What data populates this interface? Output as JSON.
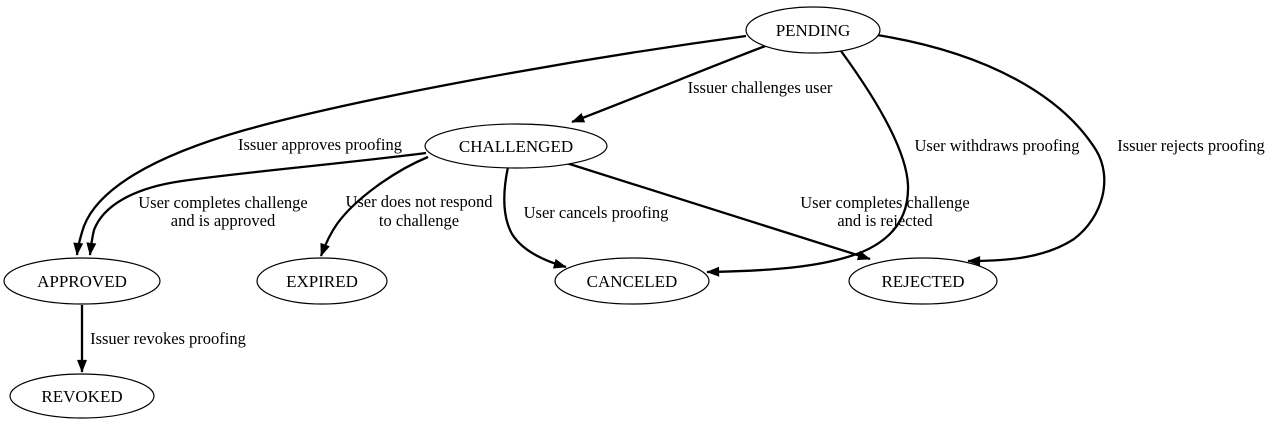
{
  "diagram": {
    "colors": {
      "background": "#ffffff",
      "line": "#000000",
      "text": "#000000"
    },
    "nodes": [
      {
        "id": "pending",
        "label": "PENDING"
      },
      {
        "id": "challenged",
        "label": "CHALLENGED"
      },
      {
        "id": "approved",
        "label": "APPROVED"
      },
      {
        "id": "expired",
        "label": "EXPIRED"
      },
      {
        "id": "canceled",
        "label": "CANCELED"
      },
      {
        "id": "rejected",
        "label": "REJECTED"
      },
      {
        "id": "revoked",
        "label": "REVOKED"
      }
    ],
    "edges": [
      {
        "from": "PENDING",
        "to": "CHALLENGED",
        "label": "Issuer challenges user",
        "label_lines": [
          "Issuer challenges user"
        ]
      },
      {
        "from": "PENDING",
        "to": "APPROVED",
        "label": "Issuer approves proofing",
        "label_lines": [
          "Issuer approves proofing"
        ]
      },
      {
        "from": "PENDING",
        "to": "CANCELED",
        "label": "User withdraws proofing",
        "label_lines": [
          "User withdraws proofing"
        ]
      },
      {
        "from": "PENDING",
        "to": "REJECTED",
        "label": "Issuer rejects proofing",
        "label_lines": [
          "Issuer rejects proofing"
        ]
      },
      {
        "from": "CHALLENGED",
        "to": "APPROVED",
        "label": "User completes challenge and is approved",
        "label_lines": [
          "User completes challenge",
          "and is approved"
        ]
      },
      {
        "from": "CHALLENGED",
        "to": "EXPIRED",
        "label": "User does not respond to challenge",
        "label_lines": [
          "User does not respond",
          "to challenge"
        ]
      },
      {
        "from": "CHALLENGED",
        "to": "CANCELED",
        "label": "User cancels proofing",
        "label_lines": [
          "User cancels proofing"
        ]
      },
      {
        "from": "CHALLENGED",
        "to": "REJECTED",
        "label": "User completes challenge and is rejected",
        "label_lines": [
          "User completes challenge",
          "and is rejected"
        ]
      },
      {
        "from": "APPROVED",
        "to": "REVOKED",
        "label": "Issuer revokes proofing",
        "label_lines": [
          "Issuer revokes proofing"
        ]
      }
    ]
  }
}
